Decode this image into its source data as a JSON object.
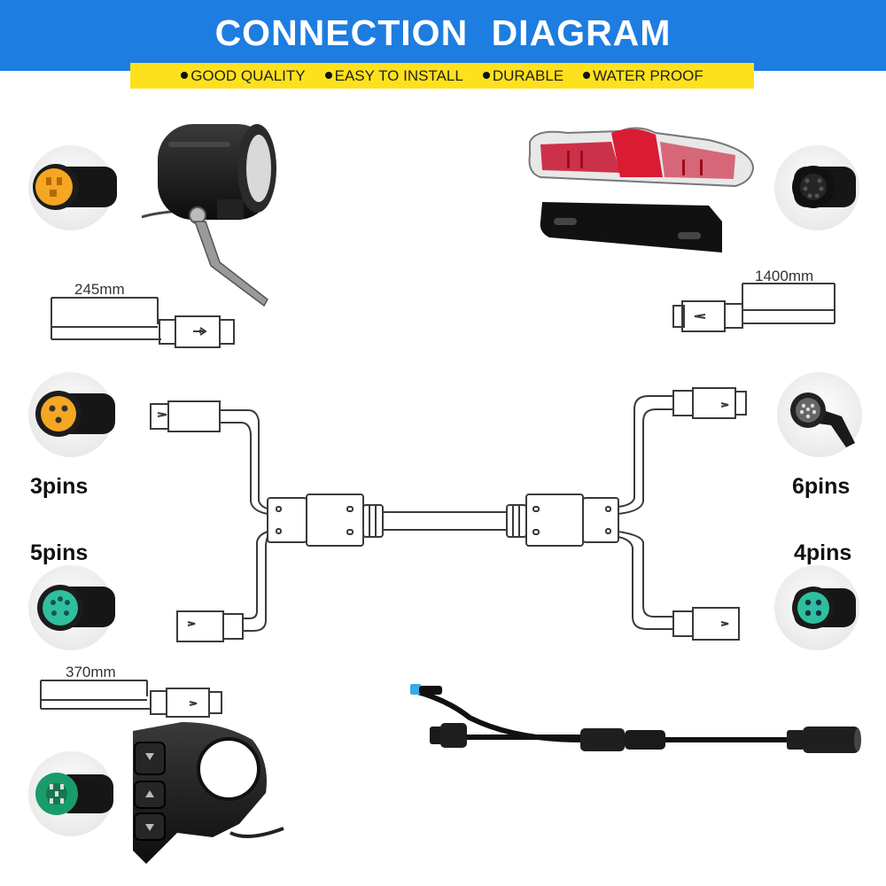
{
  "header": {
    "title": "CONNECTION  DIAGRAM",
    "features": [
      "GOOD QUALITY",
      "EASY TO INSTALL",
      "DURABLE",
      "WATER PROOF"
    ]
  },
  "dimensions": {
    "headlight_cable": "245mm",
    "taillight_cable": "1400mm",
    "switch_cable": "370mm"
  },
  "pin_labels": {
    "left_top": "3pins",
    "left_bottom": "5pins",
    "right_top": "6pins",
    "right_bottom": "4pins"
  },
  "colors": {
    "header_blue": "#1d7de0",
    "tag_yellow": "#fee11d",
    "connector_orange": "#f5a623",
    "connector_teal": "#2fbf9f",
    "connector_green": "#1a9b6a",
    "taillight_red": "#c8102e",
    "line": "#3a3a3a"
  },
  "icons": [
    "headlight-icon",
    "taillight-icon",
    "switch-icon",
    "connector-icon",
    "cable-harness-icon"
  ]
}
